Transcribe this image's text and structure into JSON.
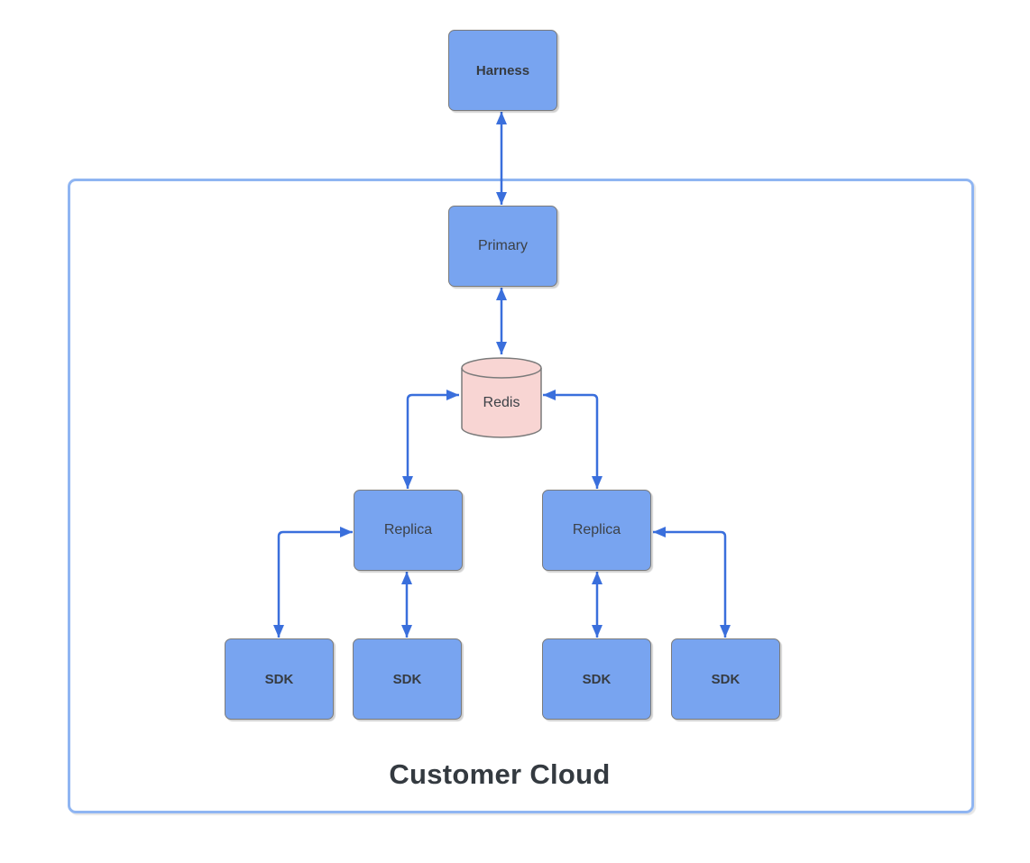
{
  "diagram": {
    "container_label": "Customer Cloud",
    "nodes": [
      {
        "id": "harness",
        "label": "Harness",
        "shape": "rounded-rect",
        "fill": "#78A4F0",
        "bold": true
      },
      {
        "id": "primary",
        "label": "Primary",
        "shape": "rounded-rect",
        "fill": "#78A4F0",
        "bold": false
      },
      {
        "id": "redis",
        "label": "Redis",
        "shape": "cylinder",
        "fill": "#F8D5D3",
        "bold": false
      },
      {
        "id": "replica-left",
        "label": "Replica",
        "shape": "rounded-rect",
        "fill": "#78A4F0",
        "bold": false
      },
      {
        "id": "replica-right",
        "label": "Replica",
        "shape": "rounded-rect",
        "fill": "#78A4F0",
        "bold": false
      },
      {
        "id": "sdk-1",
        "label": "SDK",
        "shape": "rounded-rect",
        "fill": "#78A4F0",
        "bold": true
      },
      {
        "id": "sdk-2",
        "label": "SDK",
        "shape": "rounded-rect",
        "fill": "#78A4F0",
        "bold": true
      },
      {
        "id": "sdk-3",
        "label": "SDK",
        "shape": "rounded-rect",
        "fill": "#78A4F0",
        "bold": true
      },
      {
        "id": "sdk-4",
        "label": "SDK",
        "shape": "rounded-rect",
        "fill": "#78A4F0",
        "bold": true
      }
    ],
    "edges": [
      {
        "from": "harness",
        "to": "primary",
        "direction": "bidirectional",
        "route": "straight-vertical"
      },
      {
        "from": "primary",
        "to": "redis",
        "direction": "bidirectional",
        "route": "straight-vertical"
      },
      {
        "from": "redis",
        "to": "replica-left",
        "direction": "bidirectional",
        "route": "elbow"
      },
      {
        "from": "redis",
        "to": "replica-right",
        "direction": "bidirectional",
        "route": "elbow"
      },
      {
        "from": "replica-left",
        "to": "sdk-2",
        "direction": "bidirectional",
        "route": "straight-vertical"
      },
      {
        "from": "replica-right",
        "to": "sdk-3",
        "direction": "bidirectional",
        "route": "straight-vertical"
      },
      {
        "from": "sdk-1",
        "to": "replica-left",
        "direction": "bidirectional",
        "route": "elbow"
      },
      {
        "from": "sdk-4",
        "to": "replica-right",
        "direction": "bidirectional",
        "route": "elbow"
      }
    ],
    "colors": {
      "node_fill": "#78A4F0",
      "node_border": "#7B7B7B",
      "redis_fill": "#F8D5D3",
      "arrow": "#3A6FDC",
      "container_border": "#8FB5F2",
      "node_text": "#3C4147",
      "title_text": "#343A40"
    }
  }
}
